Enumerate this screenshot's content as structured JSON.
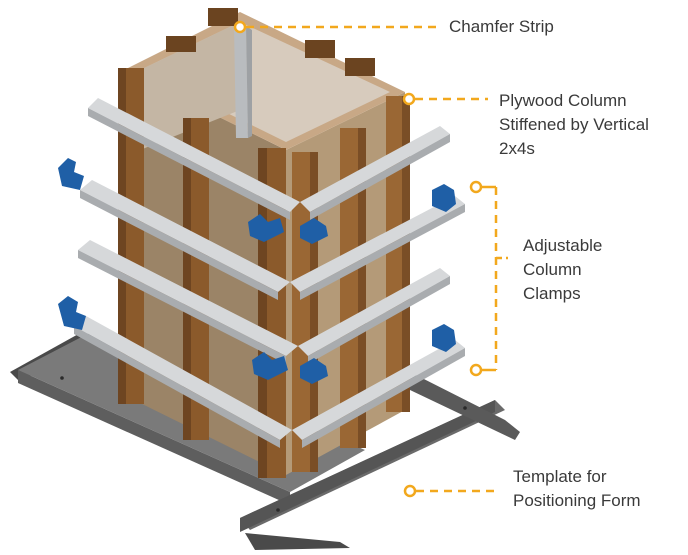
{
  "colors": {
    "accent": "#F2A81D",
    "wood": "#8B5A2B",
    "plywood": "#A0896E",
    "steel": "#CDCFD1",
    "clamp": "#1F5FA6",
    "template": "#707070"
  },
  "labels": {
    "chamfer": {
      "lines": [
        "Chamfer Strip"
      ]
    },
    "plywood": {
      "lines": [
        "Plywood Column",
        "Stiffened by Vertical",
        "2x4s"
      ]
    },
    "clamps": {
      "lines": [
        "Adjustable",
        "Column",
        "Clamps"
      ]
    },
    "template": {
      "lines": [
        "Template for",
        "Positioning Form"
      ]
    }
  }
}
